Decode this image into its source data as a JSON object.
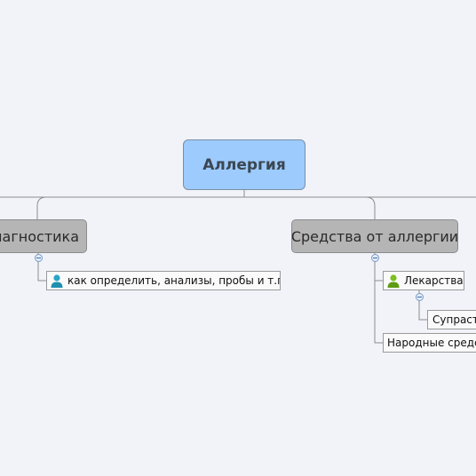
{
  "map": {
    "root": "Аллергия",
    "diagnostics": {
      "label": "Диагностика",
      "child": "как определить, анализы, пробы и т.п."
    },
    "remedies": {
      "label": "Средства от аллергии",
      "drugs": "Лекарства",
      "drug_child": "Супраст",
      "folk": "Народные средс"
    }
  },
  "colors": {
    "root_fill": "#9dcbfd",
    "topic_fill": "#b5b5b5",
    "line": "#8c8c8c",
    "icon_teal": "#29a6c4",
    "icon_green": "#7cbf1e"
  }
}
